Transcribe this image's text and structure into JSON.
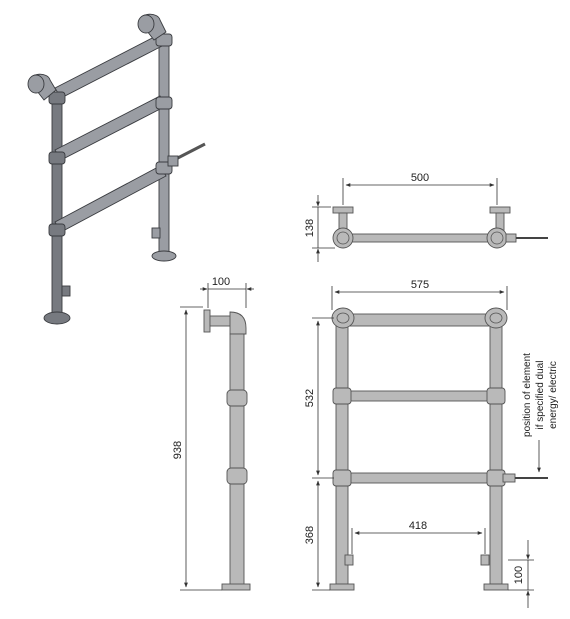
{
  "dimensions": {
    "top_width": "500",
    "top_height": "138",
    "front_width": "575",
    "side_depth": "100",
    "total_height": "938",
    "rail_spacing": "532",
    "bottom_height": "368",
    "valve_spacing": "418",
    "foot_height": "100"
  },
  "note": {
    "line1": "position of element",
    "line2": "if specified dual",
    "line3": "energy/ electric"
  },
  "colors": {
    "pipe_shaded": "#7a7d83",
    "pipe_light": "#d8d8d8",
    "line": "#333333"
  }
}
